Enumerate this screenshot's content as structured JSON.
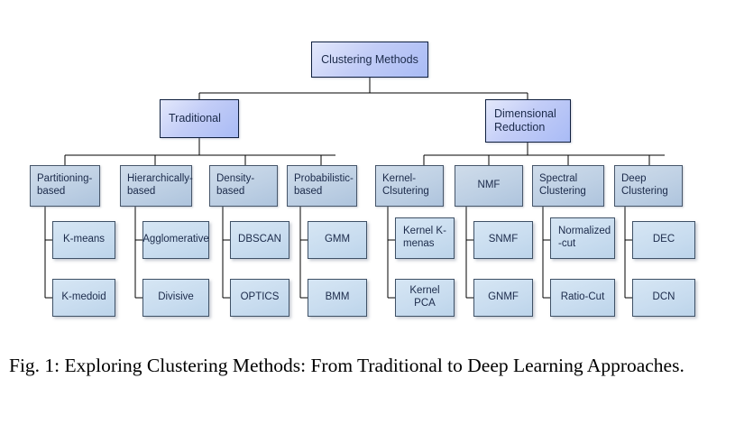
{
  "figure": {
    "caption": "Fig. 1: Exploring Clustering Methods: From Traditional to Deep Learning Approaches.",
    "colors": {
      "root_fill": "#c3cdf7",
      "category_fill": "#bed0e4",
      "leaf_fill": "#c8dcef",
      "border": "#16243f",
      "text": "#1b2a4a",
      "background": "#ffffff"
    }
  },
  "chart_data": {
    "type": "tree-diagram",
    "title": "Clustering Methods",
    "root": "Clustering Methods",
    "levels": 4,
    "branches": [
      {
        "name": "Traditional",
        "categories": [
          {
            "name": "Partitioning-\nbased",
            "leaves": [
              "K-means",
              "K-medoid"
            ]
          },
          {
            "name": "Hierarchically-\nbased",
            "leaves": [
              "Agglomerative",
              "Divisive"
            ]
          },
          {
            "name": "Density-\nbased",
            "leaves": [
              "DBSCAN",
              "OPTICS"
            ]
          },
          {
            "name": "Probabilistic-\nbased",
            "leaves": [
              "GMM",
              "BMM"
            ]
          }
        ]
      },
      {
        "name": "Dimensional\nReduction",
        "categories": [
          {
            "name": "Kernel-\nClsutering",
            "leaves": [
              "Kernel K-\nmenas",
              "Kernel PCA"
            ]
          },
          {
            "name": "NMF",
            "leaves": [
              "SNMF",
              "GNMF"
            ]
          },
          {
            "name": "Spectral\nClustering",
            "leaves": [
              "Normalized\n-cut",
              "Ratio-Cut"
            ]
          },
          {
            "name": "Deep\nClustering",
            "leaves": [
              "DEC",
              "DCN"
            ]
          }
        ]
      }
    ]
  },
  "nodes": {
    "root": "Clustering Methods",
    "traditional": "Traditional",
    "dimensional_reduction": "Dimensional\nReduction",
    "cat_partitioning": "Partitioning-\nbased",
    "cat_hierarchical": "Hierarchically-\nbased",
    "cat_density": "Density-\nbased",
    "cat_probabilistic": "Probabilistic-\nbased",
    "cat_kernel": "Kernel-\nClsutering",
    "cat_nmf": "NMF",
    "cat_spectral": "Spectral\nClustering",
    "cat_deep": "Deep\nClustering",
    "leaf_kmeans": "K-means",
    "leaf_kmedoid": "K-medoid",
    "leaf_agglomerative": "Agglomerative",
    "leaf_divisive": "Divisive",
    "leaf_dbscan": "DBSCAN",
    "leaf_optics": "OPTICS",
    "leaf_gmm": "GMM",
    "leaf_bmm": "BMM",
    "leaf_kernel_kmeans": "Kernel K-\nmenas",
    "leaf_kernel_pca": "Kernel PCA",
    "leaf_snmf": "SNMF",
    "leaf_gnmf": "GNMF",
    "leaf_normalized_cut": "Normalized\n-cut",
    "leaf_ratio_cut": "Ratio-Cut",
    "leaf_dec": "DEC",
    "leaf_dcn": "DCN"
  }
}
